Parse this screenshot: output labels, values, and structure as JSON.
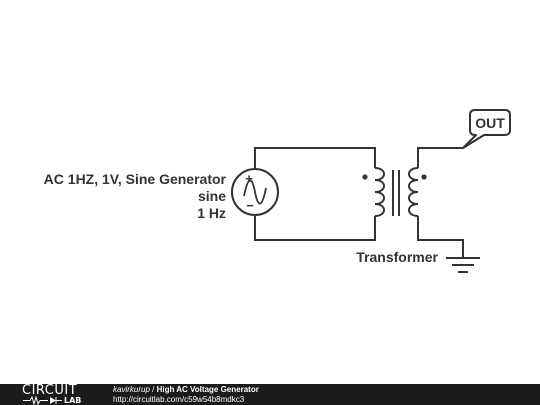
{
  "generator": {
    "label": "AC 1HZ, 1V, Sine Generator",
    "waveform": "sine",
    "frequency": "1 Hz",
    "plus_sign": "+",
    "minus_sign": "−"
  },
  "transformer": {
    "label": "Transformer"
  },
  "output": {
    "label": "OUT"
  },
  "footer": {
    "logo_top": "CIRCUIT",
    "logo_bottom": "LAB",
    "author": "kavirkurup",
    "separator": " / ",
    "title": "High AC Voltage Generator",
    "url": "http://circuitlab.com/c59w54b8mdkc3"
  },
  "colors": {
    "wire": "#333333",
    "footer_bg": "#1b1b1b",
    "footer_text": "#ffffff"
  }
}
